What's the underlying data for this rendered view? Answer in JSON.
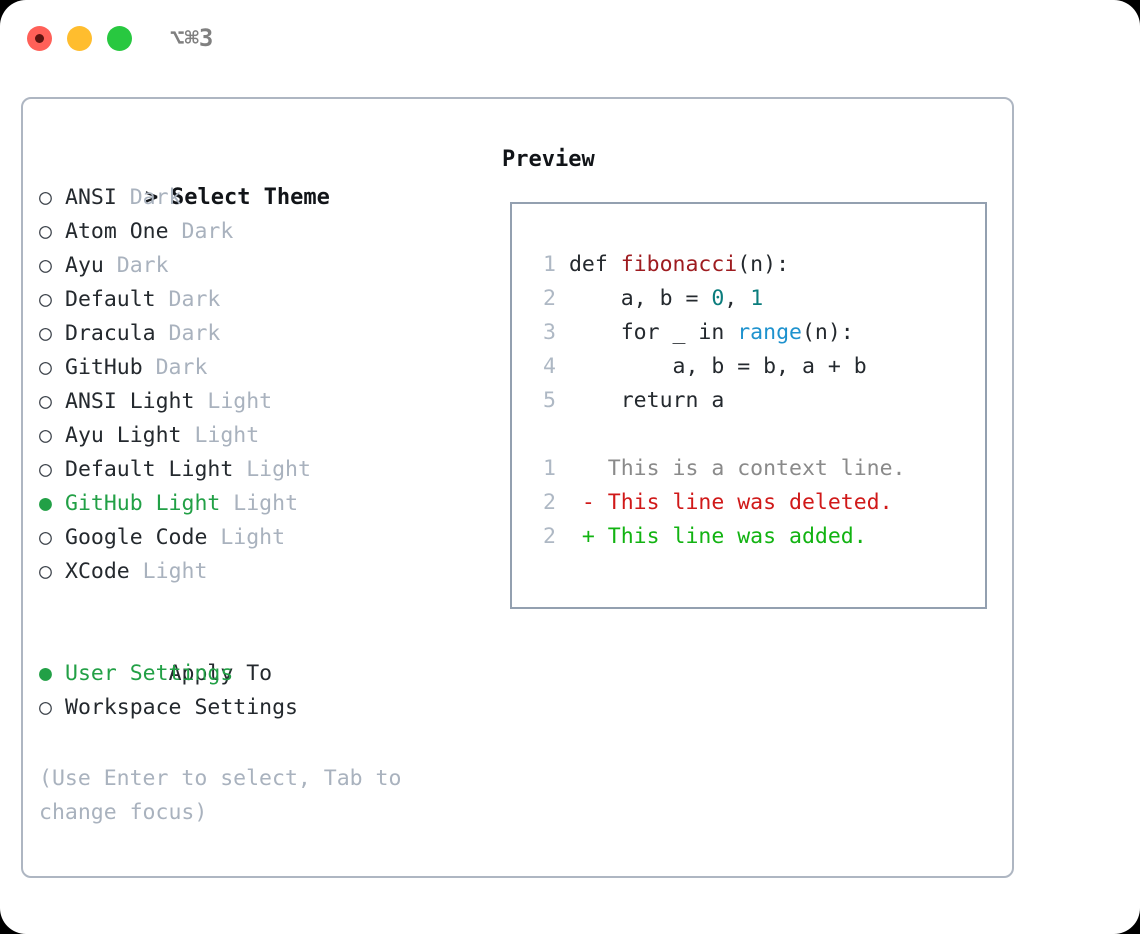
{
  "titlebar": {
    "shortcut": "⌥⌘3",
    "buttons": [
      {
        "name": "close",
        "color": "#FF6058"
      },
      {
        "name": "minimize",
        "color": "#FFBD2E"
      },
      {
        "name": "maximize",
        "color": "#28C840"
      }
    ]
  },
  "theme_picker": {
    "marker": ">",
    "title": "Select Theme",
    "bullet_selected": "●",
    "bullet_unselected": "○",
    "items": [
      {
        "label": "ANSI",
        "tag": "Dark",
        "selected": false
      },
      {
        "label": "Atom One",
        "tag": "Dark",
        "selected": false
      },
      {
        "label": "Ayu",
        "tag": "Dark",
        "selected": false
      },
      {
        "label": "Default",
        "tag": "Dark",
        "selected": false
      },
      {
        "label": "Dracula",
        "tag": "Dark",
        "selected": false
      },
      {
        "label": "GitHub",
        "tag": "Dark",
        "selected": false
      },
      {
        "label": "ANSI Light",
        "tag": "Light",
        "selected": false
      },
      {
        "label": "Ayu Light",
        "tag": "Light",
        "selected": false
      },
      {
        "label": "Default Light",
        "tag": "Light",
        "selected": false
      },
      {
        "label": "GitHub Light",
        "tag": "Light",
        "selected": true
      },
      {
        "label": "Google Code",
        "tag": "Light",
        "selected": false
      },
      {
        "label": "XCode",
        "tag": "Light",
        "selected": false
      }
    ]
  },
  "apply_to": {
    "title": "Apply To",
    "options": [
      {
        "label": "User Settings",
        "selected": true
      },
      {
        "label": "Workspace Settings",
        "selected": false
      }
    ]
  },
  "hint": "(Use Enter to select, Tab to change focus)",
  "preview": {
    "title": "Preview",
    "code_lines": [
      {
        "num": "1",
        "indent": "",
        "tokens": [
          {
            "t": "def ",
            "c": "kw"
          },
          {
            "t": "fibonacci",
            "c": "fn"
          },
          {
            "t": "(n):",
            "c": "plain"
          }
        ]
      },
      {
        "num": "2",
        "indent": "    ",
        "tokens": [
          {
            "t": "a, b = ",
            "c": "plain"
          },
          {
            "t": "0",
            "c": "num"
          },
          {
            "t": ", ",
            "c": "plain"
          },
          {
            "t": "1",
            "c": "num"
          }
        ]
      },
      {
        "num": "3",
        "indent": "    ",
        "tokens": [
          {
            "t": "for _ in ",
            "c": "kw"
          },
          {
            "t": "range",
            "c": "call"
          },
          {
            "t": "(n):",
            "c": "plain"
          }
        ]
      },
      {
        "num": "4",
        "indent": "        ",
        "tokens": [
          {
            "t": "a, b = b, a + b",
            "c": "plain"
          }
        ]
      },
      {
        "num": "5",
        "indent": "    ",
        "tokens": [
          {
            "t": "return a",
            "c": "plain"
          }
        ]
      }
    ],
    "diff_lines": [
      {
        "num": "1",
        "sign": " ",
        "text": " This is a context line.",
        "kind": "ctx"
      },
      {
        "num": "2",
        "sign": "-",
        "text": " This line was deleted.",
        "kind": "del"
      },
      {
        "num": "2",
        "sign": "+",
        "text": " This line was added.",
        "kind": "add"
      }
    ]
  },
  "colors": {
    "accent_green": "#22A046",
    "muted": "#A9B2BE",
    "border": "#AEB6C2",
    "preview_border": "#93A0B0",
    "syntax_function": "#9E1C20",
    "syntax_number": "#0B7D7D",
    "syntax_call": "#1E92CE",
    "diff_delete": "#D01919",
    "diff_add": "#12B312",
    "diff_context": "#8A8A8A"
  }
}
